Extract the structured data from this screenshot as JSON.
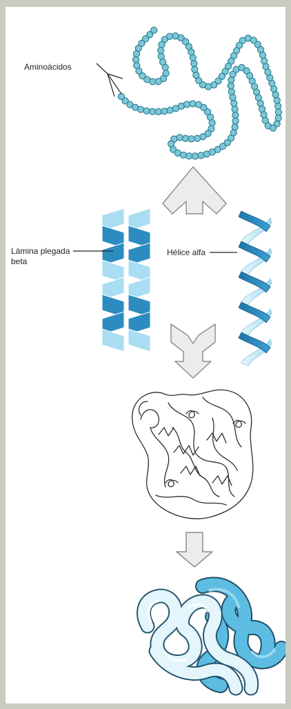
{
  "labels": {
    "aminoacids": "Aminoácidos",
    "beta_line1": "Lámina plegada",
    "beta_line2": "beta",
    "alpha": "Hélice alfa"
  },
  "colors": {
    "page_bg": "#c9cbc1",
    "panel_bg": "#ffffff",
    "bead_fill": "#7cc8d6",
    "bead_stroke": "#1f6f86",
    "sheet_dark": "#2c8cc0",
    "sheet_light": "#a9ddf1",
    "helix_dark": "#2a7fb5",
    "helix_light": "#c6ebf7",
    "arrow_fill": "#eaeaea",
    "arrow_stroke": "#8a8a8a",
    "tube_light": "#dff3fb",
    "tube_dark": "#5bbbe0",
    "outline": "#2b2b2b"
  }
}
